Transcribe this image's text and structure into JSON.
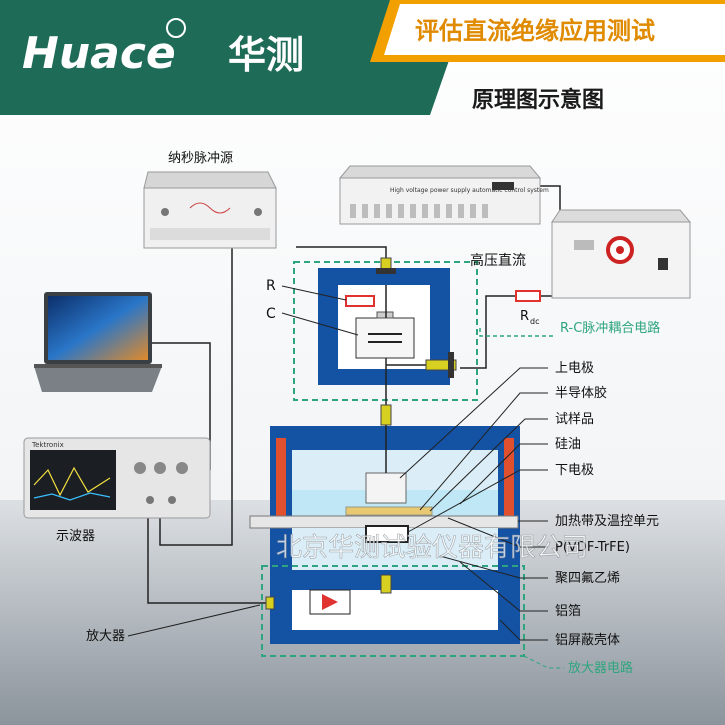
{
  "header": {
    "logo_text": "Huace",
    "brand_cn": "华测",
    "banner_title": "评估直流绝缘应用测试",
    "subtitle": "原理图示意图"
  },
  "watermark": "北京华测试验仪器有限公司",
  "equipment": {
    "pulse_source": "纳秒脉冲源",
    "hv_supply_label": "高压直流",
    "hv_panel_text": "High voltage power supply automatic control system",
    "oscilloscope": "示波器",
    "oscilloscope_brand": "Tektronix",
    "amplifier": "放大器"
  },
  "circuit": {
    "r_label": "R",
    "c_label": "C",
    "rdc_label": "R",
    "rdc_sub": "dc",
    "rc_circuit": "R-C脉冲耦合电路",
    "amp_circuit": "放大器电路"
  },
  "callouts": [
    "上电极",
    "半导体胶",
    "试样品",
    "硅油",
    "下电极",
    "加热带及温控单元",
    "P(VDF-TrFE)",
    "聚四氟乙烯",
    "铝箔",
    "铝屏蔽壳体"
  ],
  "colors": {
    "brand_green": "#1e6b57",
    "banner_orange": "#f2a000",
    "cabinet_blue": "#1452a4",
    "dashed_green": "#2ea57e",
    "heater_red": "#e0502f",
    "oil_blue": "#bfe7f5"
  }
}
